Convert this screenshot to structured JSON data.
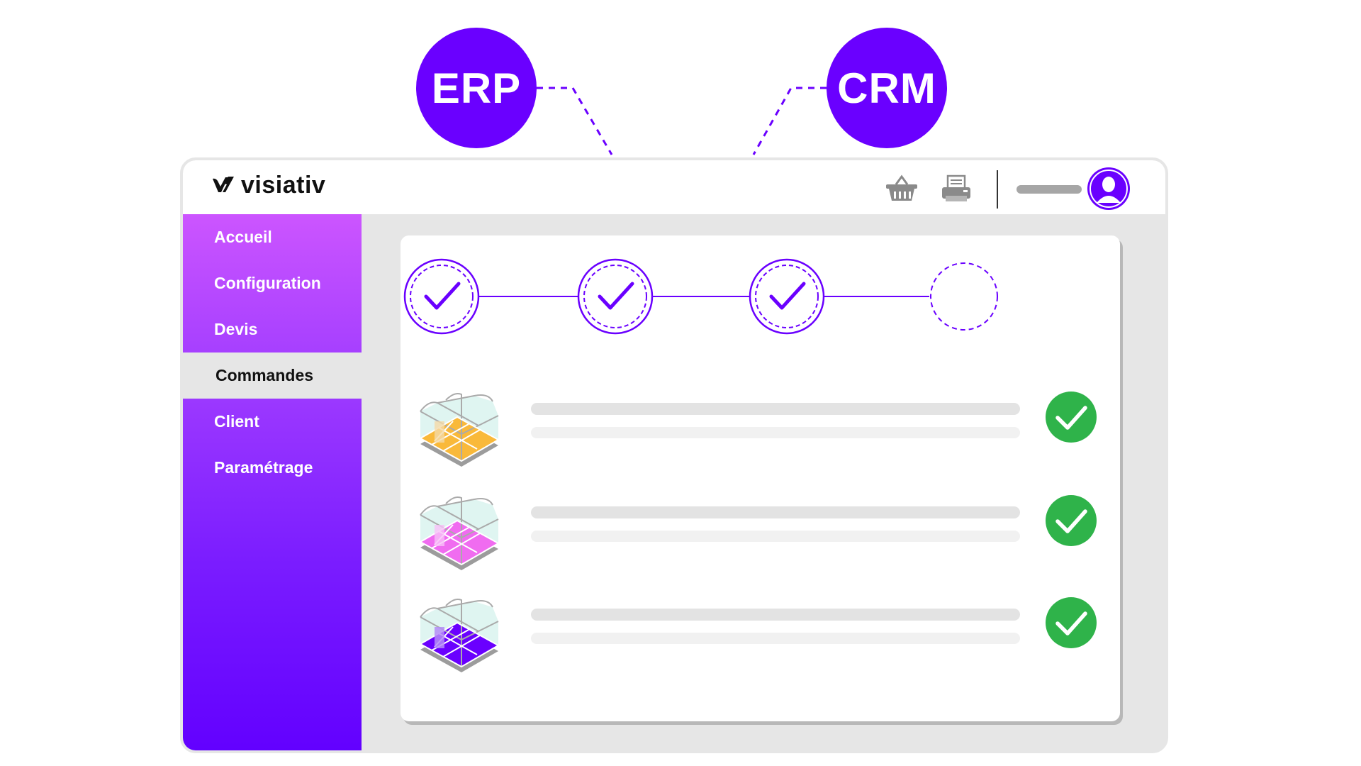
{
  "badges": {
    "erp": "ERP",
    "crm": "CRM"
  },
  "colors": {
    "accent": "#6a00ff",
    "sidebar_top": "#cc55ff",
    "sidebar_bottom": "#6200ff",
    "success": "#2fb34a",
    "window_bg": "#e6e6e6"
  },
  "brand": {
    "name": "visiativ"
  },
  "toolbar": {
    "icons": [
      "basket-icon",
      "printer-icon",
      "user-avatar-icon"
    ]
  },
  "sidebar": {
    "items": [
      {
        "label": "Accueil",
        "active": false
      },
      {
        "label": "Configuration",
        "active": false
      },
      {
        "label": "Devis",
        "active": false
      },
      {
        "label": "Commandes",
        "active": true
      },
      {
        "label": "Client",
        "active": false
      },
      {
        "label": "Paramétrage",
        "active": false
      }
    ]
  },
  "steps": [
    {
      "state": "done"
    },
    {
      "state": "done"
    },
    {
      "state": "done"
    },
    {
      "state": "pending"
    }
  ],
  "orders": [
    {
      "floor_color": "#f9b93a",
      "status": "ok"
    },
    {
      "floor_color": "#f06cf0",
      "status": "ok"
    },
    {
      "floor_color": "#6a00ff",
      "status": "ok"
    }
  ]
}
